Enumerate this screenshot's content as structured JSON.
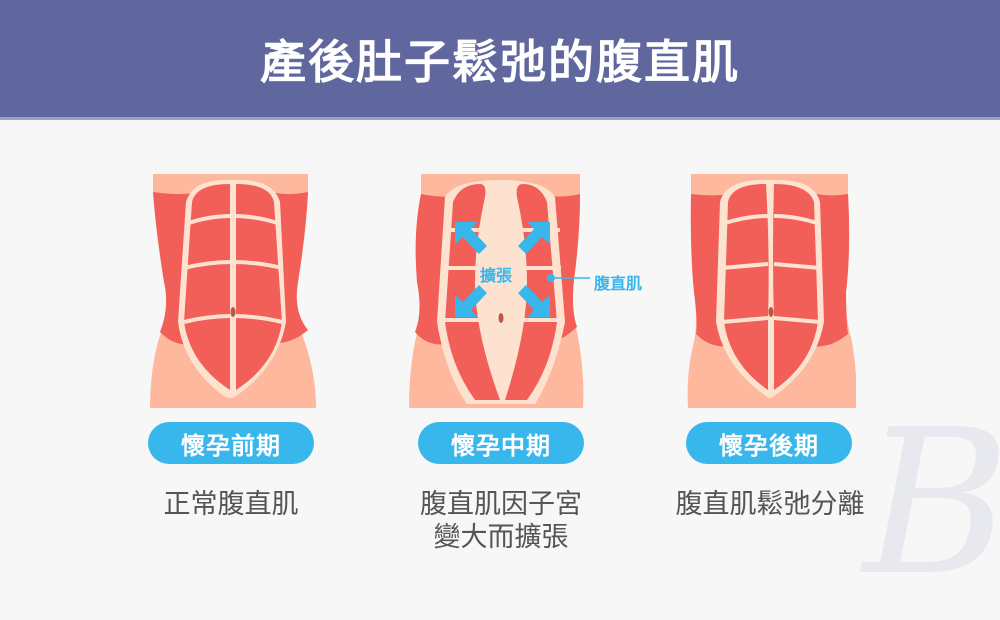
{
  "header": {
    "title": "產後肚子鬆弛的腹直肌",
    "bg_color": "#60679f"
  },
  "colors": {
    "muscle": "#f25f58",
    "skin": "#fdb89e",
    "line": "#fde3cf",
    "accent": "#37b7ec",
    "navel": "#b85a40"
  },
  "stages": [
    {
      "badge": "懷孕前期",
      "description": [
        "正常腹直肌"
      ]
    },
    {
      "badge": "懷孕中期",
      "description": [
        "腹直肌因子宮",
        "變大而擴張"
      ],
      "annotation": {
        "arrows_label": "擴張",
        "pointer_label": "腹直肌"
      }
    },
    {
      "badge": "懷孕後期",
      "description": [
        "腹直肌鬆弛分離"
      ]
    }
  ],
  "watermark": "B"
}
